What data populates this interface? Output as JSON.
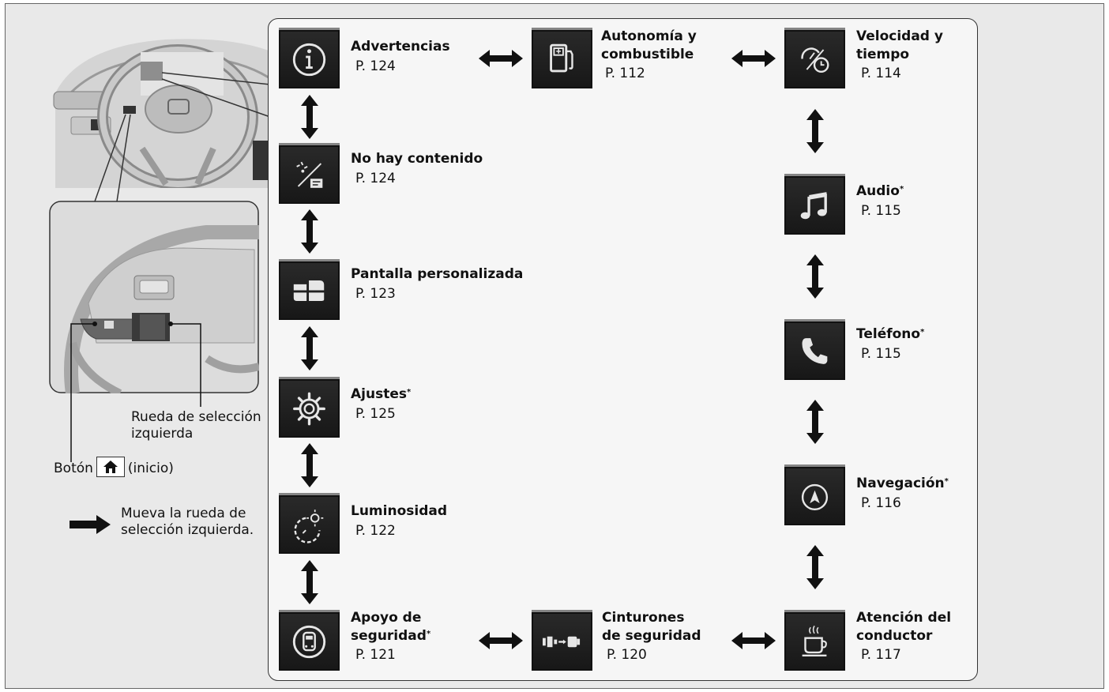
{
  "screens": {
    "warnings": {
      "name": "Advertencias",
      "page": "P. 124"
    },
    "range_fuel": {
      "name_line1": "Autonomía y",
      "name_line2": "combustible",
      "page": "P. 112"
    },
    "speed_time": {
      "name_line1": "Velocidad y",
      "name_line2": "tiempo",
      "page": "P. 114"
    },
    "no_content": {
      "name": "No hay contenido",
      "page": "P. 124"
    },
    "custom_display": {
      "name": "Pantalla personalizada",
      "page": "P. 123"
    },
    "settings": {
      "name": "Ajustes",
      "mark": "*",
      "page": "P. 125"
    },
    "brightness": {
      "name": "Luminosidad",
      "page": "P. 122"
    },
    "safety_support": {
      "name_line1": "Apoyo de",
      "name_line2": "seguridad",
      "mark": "*",
      "page": "P. 121"
    },
    "seatbelts": {
      "name_line1": "Cinturones",
      "name_line2": "de seguridad",
      "page": "P. 120"
    },
    "driver_attention": {
      "name_line1": "Atención del",
      "name_line2": "conductor",
      "page": "P. 117"
    },
    "navigation": {
      "name": "Navegación",
      "mark": "*",
      "page": "P. 116"
    },
    "phone": {
      "name": "Teléfono",
      "mark": "*",
      "page": "P. 115"
    },
    "audio": {
      "name": "Audio",
      "mark": "*",
      "page": "P. 115"
    }
  },
  "callouts": {
    "left_wheel_line1": "Rueda de selección",
    "left_wheel_line2": "izquierda",
    "home_prefix": "Botón",
    "home_suffix": "(inicio)"
  },
  "legend": {
    "line1": "Mueva la rueda de",
    "line2": "selección izquierda."
  },
  "icons": [
    "info-icon",
    "fuel-pump-icon",
    "speed-clock-icon",
    "no-content-icon",
    "custom-display-icon",
    "gear-icon",
    "brightness-icon",
    "safety-support-icon",
    "seatbelt-icon",
    "coffee-cup-icon",
    "navigation-icon",
    "phone-icon",
    "music-note-icon",
    "home-icon"
  ],
  "colors": {
    "icon_bg": "#1f1f1f",
    "icon_glyph": "#e6e6e6",
    "panel_bg": "#f6f6f6",
    "frame_bg": "#e9e9e9",
    "arrow": "#111111"
  }
}
